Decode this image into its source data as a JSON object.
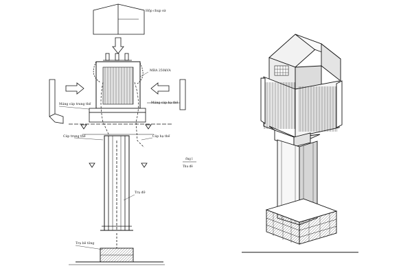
{
  "labels": {
    "cover": "Hộp chụp sứ",
    "transformer": "MBA 250kVA",
    "tray_mv": "Máng cáp trung thế",
    "tray_lv": "Máng cáp hạ thế",
    "cable_mv": "Cáp trung thế",
    "cable_lv": "Cáp hạ thế",
    "pillar": "Trụ đỡ",
    "ground": "Trụ bê tông",
    "legend_a": "ống l",
    "legend_b": "Thu đê"
  }
}
